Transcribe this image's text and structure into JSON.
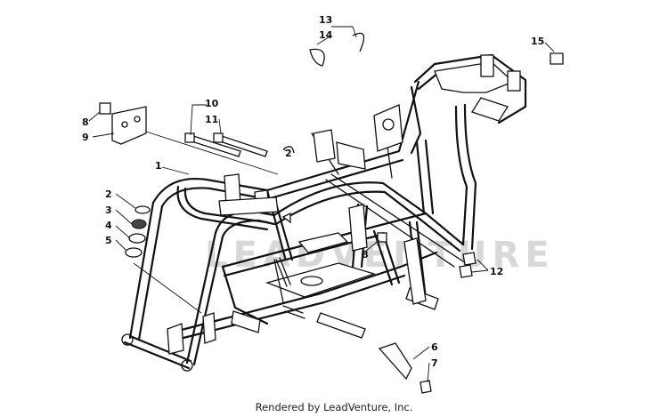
{
  "callouts": [
    {
      "id": "c1",
      "label": "1"
    },
    {
      "id": "c2a",
      "label": "2"
    },
    {
      "id": "c2b",
      "label": "2"
    },
    {
      "id": "c3",
      "label": "3"
    },
    {
      "id": "c4",
      "label": "4"
    },
    {
      "id": "c5",
      "label": "5"
    },
    {
      "id": "c6",
      "label": "6"
    },
    {
      "id": "c7",
      "label": "7"
    },
    {
      "id": "c8a",
      "label": "8"
    },
    {
      "id": "c8b",
      "label": "8"
    },
    {
      "id": "c9",
      "label": "9"
    },
    {
      "id": "c10",
      "label": "10"
    },
    {
      "id": "c11",
      "label": "11"
    },
    {
      "id": "c12",
      "label": "12"
    },
    {
      "id": "c13",
      "label": "13"
    },
    {
      "id": "c14",
      "label": "14"
    },
    {
      "id": "c15",
      "label": "15"
    }
  ],
  "watermark": "LEADVENTURE",
  "footer": "Rendered by LeadVenture, Inc."
}
